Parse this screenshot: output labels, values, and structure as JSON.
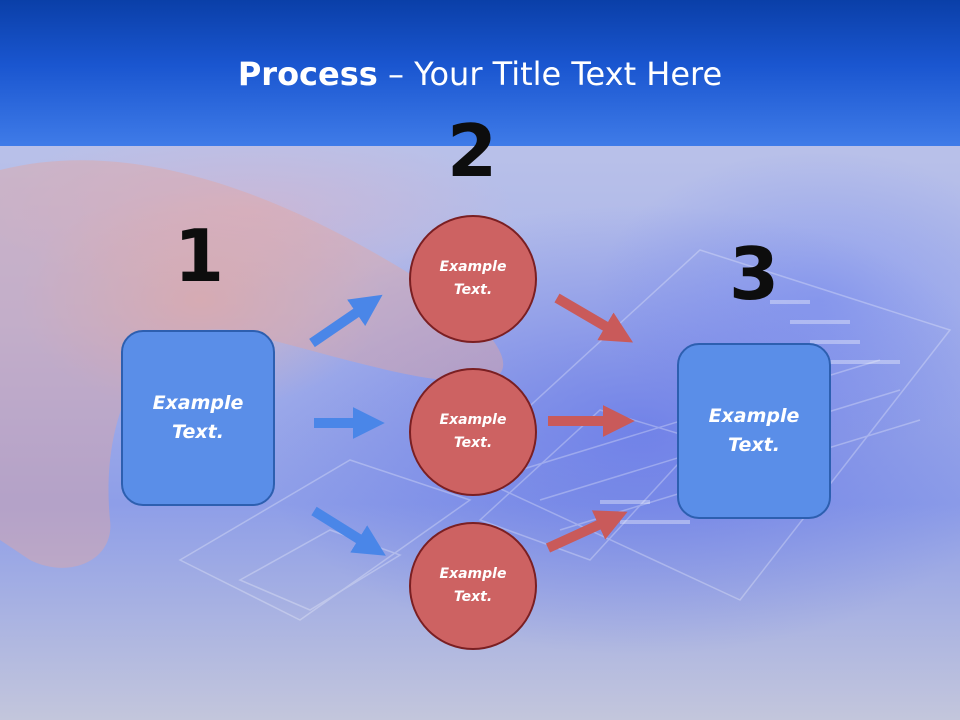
{
  "title": {
    "bold": "Process",
    "rest": " – Your Title Text Here"
  },
  "steps": {
    "one": {
      "number": "1",
      "text": "Example Text."
    },
    "two": {
      "number": "2"
    },
    "three": {
      "number": "3",
      "text": "Example Text."
    }
  },
  "circles": [
    {
      "text": "Example Text."
    },
    {
      "text": "Example Text."
    },
    {
      "text": "Example Text."
    }
  ],
  "colors": {
    "header": "#1a56d0",
    "box_fill": "#5a8ee8",
    "circle_fill": "#cd6262",
    "blue_arrow": "#4a86e8",
    "red_arrow": "#c95a5a"
  }
}
